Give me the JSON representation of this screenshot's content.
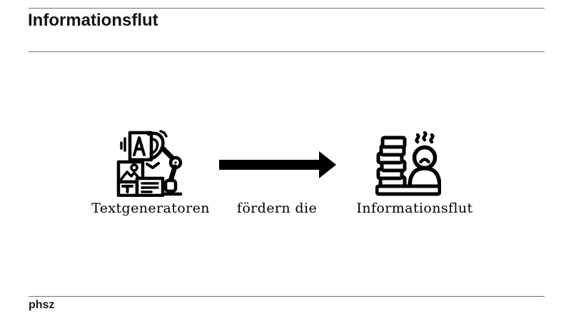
{
  "slide": {
    "title": "Informationsflut",
    "footer_logo": "phsz"
  },
  "diagram": {
    "source": {
      "label": "Textgeneratoren",
      "icon": "text-generator-robot-arm-icon"
    },
    "relation": {
      "label": "fördern die",
      "icon": "arrow-right-icon"
    },
    "target": {
      "label": "Informationsflut",
      "icon": "information-overload-icon"
    }
  },
  "colors": {
    "background": "#ffffff",
    "title_text": "#141414",
    "label_text": "#000000",
    "icon_stroke": "#000000",
    "arrow_fill": "#000000",
    "rule_line": "#757575"
  }
}
